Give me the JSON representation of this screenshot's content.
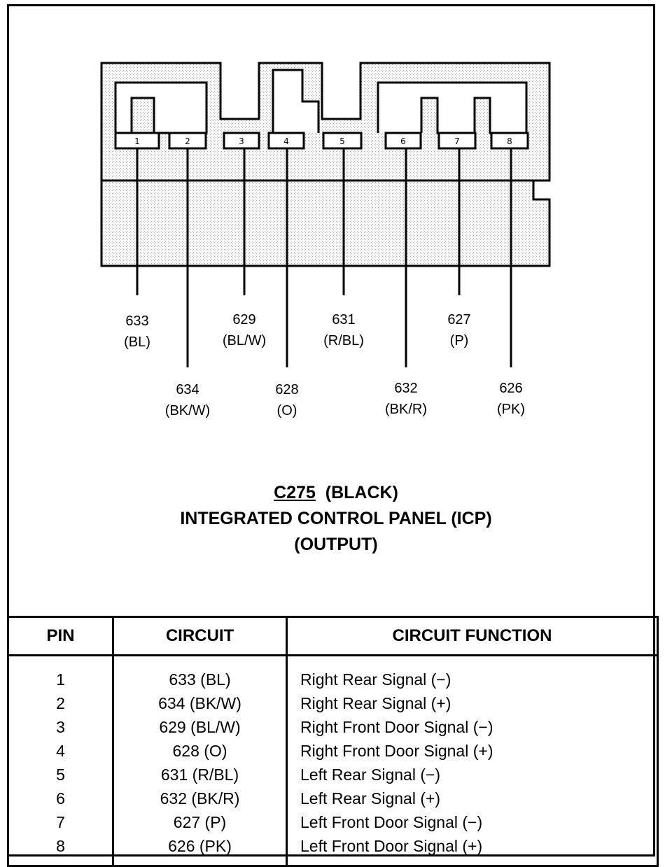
{
  "connector": {
    "id": "C275",
    "color_label": "(BLACK)",
    "title_line": "INTEGRATED CONTROL PANEL (ICP)",
    "subtitle_line": "(OUTPUT)"
  },
  "pins": [
    {
      "pin": "1",
      "circuit": "633 (BL)",
      "wire_num": "633",
      "wire_color": "(BL)",
      "function": "Right Rear Signal (−)"
    },
    {
      "pin": "2",
      "circuit": "634 (BK/W)",
      "wire_num": "634",
      "wire_color": "(BK/W)",
      "function": "Right Rear Signal (+)"
    },
    {
      "pin": "3",
      "circuit": "629 (BL/W)",
      "wire_num": "629",
      "wire_color": "(BL/W)",
      "function": "Right Front Door Signal (−)"
    },
    {
      "pin": "4",
      "circuit": "628 (O)",
      "wire_num": "628",
      "wire_color": "(O)",
      "function": "Right Front Door Signal (+)"
    },
    {
      "pin": "5",
      "circuit": "631 (R/BL)",
      "wire_num": "631",
      "wire_color": "(R/BL)",
      "function": "Left Rear Signal (−)"
    },
    {
      "pin": "6",
      "circuit": "632 (BK/R)",
      "wire_num": "632",
      "wire_color": "(BK/R)",
      "function": "Left Rear Signal (+)"
    },
    {
      "pin": "7",
      "circuit": "627 (P)",
      "wire_num": "627",
      "wire_color": "(P)",
      "function": "Left Front Door Signal (−)"
    },
    {
      "pin": "8",
      "circuit": "626 (PK)",
      "wire_num": "626",
      "wire_color": "(PK)",
      "function": "Left Front Door Signal (+)"
    }
  ],
  "table": {
    "headers": {
      "pin": "PIN",
      "circuit": "CIRCUIT",
      "function": "CIRCUIT FUNCTION"
    }
  }
}
